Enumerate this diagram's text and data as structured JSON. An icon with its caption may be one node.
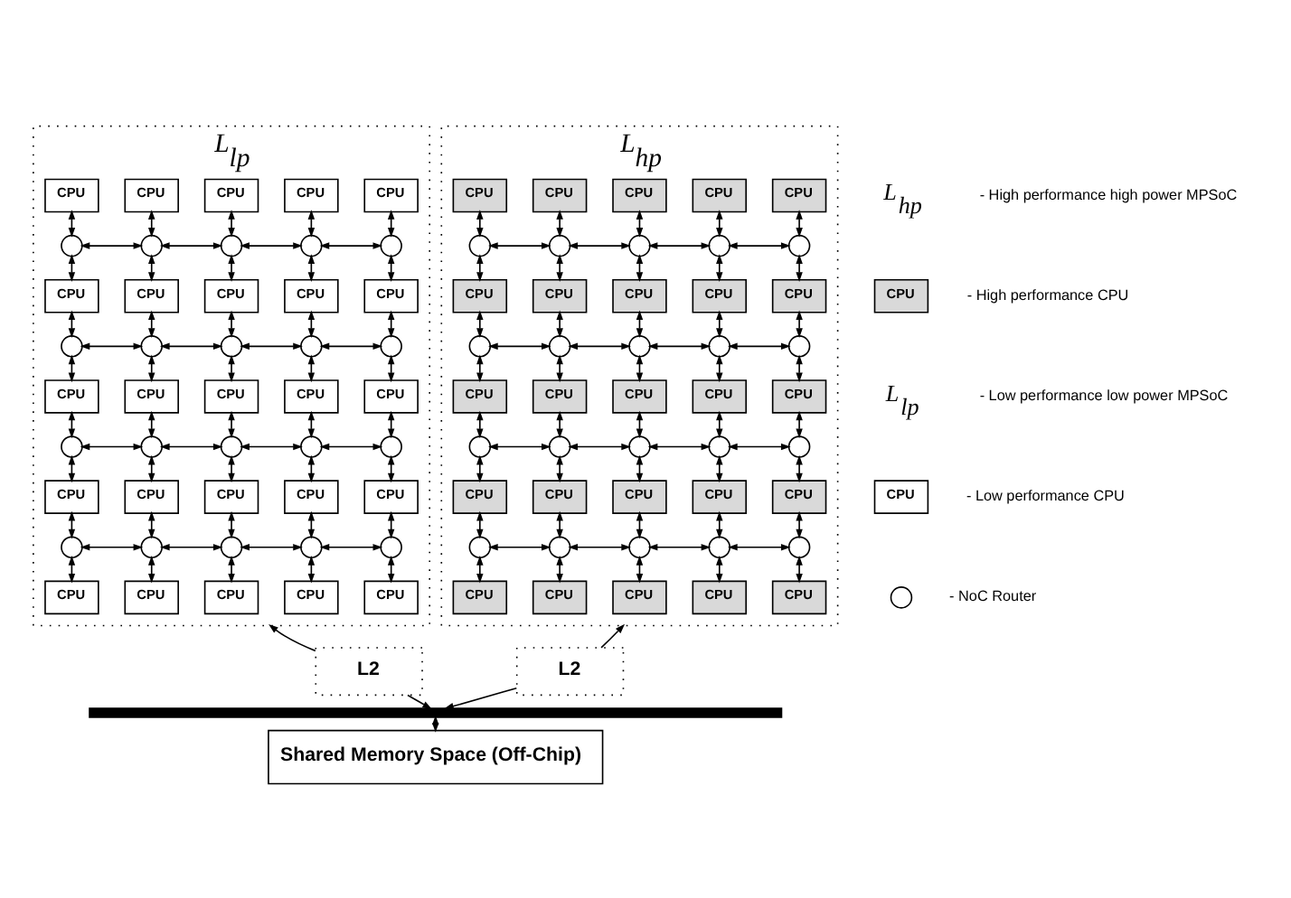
{
  "diagram": {
    "nodes": [
      {
        "text": [
          "L$_{lp}$"
        ]
      },
      {
        "text": [
          "CPU"
        ],
        "in": 0
      },
      {
        "text": [
          "CPU"
        ],
        "in": 0
      },
      {
        "text": [
          "CPU"
        ],
        "in": 0
      },
      {
        "text": [
          "CPU"
        ],
        "in": 0
      },
      {
        "text": [
          "CPU"
        ],
        "in": 0
      },
      {
        "text": [],
        "shape": "circle",
        "in": 0
      },
      {
        "text": [],
        "shape": "circle",
        "in": 0
      },
      {
        "text": [],
        "shape": "circle",
        "in": 0
      },
      {
        "text": [],
        "shape": "circle",
        "in": 0
      },
      {
        "text": [],
        "shape": "circle",
        "in": 0
      },
      {
        "text": [
          "CPU"
        ],
        "in": 0
      },
      {
        "text": [
          "CPU"
        ],
        "in": 0
      },
      {
        "text": [
          "CPU"
        ],
        "in": 0
      },
      {
        "text": [
          "CPU"
        ],
        "in": 0
      },
      {
        "text": [
          "CPU"
        ],
        "in": 0
      },
      {
        "text": [],
        "shape": "circle",
        "in": 0
      },
      {
        "text": [],
        "shape": "circle",
        "in": 0
      },
      {
        "text": [],
        "shape": "circle",
        "in": 0
      },
      {
        "text": [],
        "shape": "circle",
        "in": 0
      },
      {
        "text": [],
        "shape": "circle",
        "in": 0
      },
      {
        "text": [
          "CPU"
        ],
        "in": 0
      },
      {
        "text": [
          "CPU"
        ],
        "in": 0
      },
      {
        "text": [
          "CPU"
        ],
        "in": 0
      },
      {
        "text": [
          "CPU"
        ],
        "in": 0
      },
      {
        "text": [
          "CPU"
        ],
        "in": 0
      },
      {
        "text": [],
        "shape": "circle",
        "in": 0
      },
      {
        "text": [],
        "shape": "circle",
        "in": 0
      },
      {
        "text": [],
        "shape": "circle",
        "in": 0
      },
      {
        "text": [],
        "shape": "circle",
        "in": 0
      },
      {
        "text": [],
        "shape": "circle",
        "in": 0
      },
      {
        "text": [
          "CPU"
        ],
        "in": 0
      },
      {
        "text": [
          "CPU"
        ],
        "in": 0
      },
      {
        "text": [
          "CPU"
        ],
        "in": 0
      },
      {
        "text": [
          "CPU"
        ],
        "in": 0
      },
      {
        "text": [
          "CPU"
        ],
        "in": 0
      },
      {
        "text": [],
        "shape": "circle",
        "in": 0
      },
      {
        "text": [],
        "shape": "circle",
        "in": 0
      },
      {
        "text": [],
        "shape": "circle",
        "in": 0
      },
      {
        "text": [],
        "shape": "circle",
        "in": 0
      },
      {
        "text": [],
        "shape": "circle",
        "in": 0
      },
      {
        "text": [
          "CPU"
        ],
        "in": 0
      },
      {
        "text": [
          "CPU"
        ],
        "in": 0
      },
      {
        "text": [
          "CPU"
        ],
        "in": 0
      },
      {
        "text": [
          "CPU"
        ],
        "in": 0
      },
      {
        "text": [
          "CPU"
        ],
        "in": 0
      },
      {
        "text": [
          "L$_{hp}$"
        ]
      },
      {
        "text": [
          "CPU"
        ],
        "in": 46
      },
      {
        "text": [
          "CPU"
        ],
        "in": 46
      },
      {
        "text": [
          "CPU"
        ],
        "in": 46
      },
      {
        "text": [
          "CPU"
        ],
        "in": 46
      },
      {
        "text": [
          "CPU"
        ],
        "in": 46
      },
      {
        "text": [],
        "shape": "circle",
        "in": 46
      },
      {
        "text": [],
        "shape": "circle",
        "in": 46
      },
      {
        "text": [],
        "shape": "circle",
        "in": 46
      },
      {
        "text": [],
        "shape": "circle",
        "in": 46
      },
      {
        "text": [],
        "shape": "circle",
        "in": 46
      },
      {
        "text": [
          "CPU"
        ],
        "in": 46
      },
      {
        "text": [
          "CPU"
        ],
        "in": 46
      },
      {
        "text": [
          "CPU"
        ],
        "in": 46
      },
      {
        "text": [
          "CPU"
        ],
        "in": 46
      },
      {
        "text": [
          "CPU"
        ],
        "in": 46
      },
      {
        "text": [],
        "shape": "circle",
        "in": 46
      },
      {
        "text": [],
        "shape": "circle",
        "in": 46
      },
      {
        "text": [],
        "shape": "circle",
        "in": 46
      },
      {
        "text": [],
        "shape": "circle",
        "in": 46
      },
      {
        "text": [],
        "shape": "circle",
        "in": 46
      },
      {
        "text": [
          "CPU"
        ],
        "in": 46
      },
      {
        "text": [
          "CPU"
        ],
        "in": 46
      },
      {
        "text": [
          "CPU"
        ],
        "in": 46
      },
      {
        "text": [
          "CPU"
        ],
        "in": 46
      },
      {
        "text": [
          "CPU"
        ],
        "in": 46
      },
      {
        "text": [],
        "shape": "circle",
        "in": 46
      },
      {
        "text": [],
        "shape": "circle",
        "in": 46
      },
      {
        "text": [],
        "shape": "circle",
        "in": 46
      },
      {
        "text": [],
        "shape": "circle",
        "in": 46
      },
      {
        "text": [],
        "shape": "circle",
        "in": 46
      },
      {
        "text": [
          "CPU"
        ],
        "in": 46
      },
      {
        "text": [
          "CPU"
        ],
        "in": 46
      },
      {
        "text": [
          "CPU"
        ],
        "in": 46
      },
      {
        "text": [
          "CPU"
        ],
        "in": 46
      },
      {
        "text": [
          "CPU"
        ],
        "in": 46
      },
      {
        "text": [],
        "shape": "circle",
        "in": 46
      },
      {
        "text": [],
        "shape": "circle",
        "in": 46
      },
      {
        "text": [],
        "shape": "circle",
        "in": 46
      },
      {
        "text": [],
        "shape": "circle",
        "in": 46
      },
      {
        "text": [],
        "shape": "circle",
        "in": 46
      },
      {
        "text": [
          "CPU"
        ],
        "in": 46
      },
      {
        "text": [
          "CPU"
        ],
        "in": 46
      },
      {
        "text": [
          "CPU"
        ],
        "in": 46
      },
      {
        "text": [
          "CPU"
        ],
        "in": 46
      },
      {
        "text": [
          "CPU"
        ],
        "in": 46
      },
      {
        "text": [
          "L2"
        ]
      },
      {
        "text": [
          "L2"
        ]
      },
      {
        "text": [],
        "shape": "bar"
      },
      {
        "text": [
          "Shared Memory Space (Off-Chip)"
        ]
      },
      {
        "text": [
          "CPU"
        ]
      },
      {
        "text": [
          "CPU"
        ]
      },
      {
        "text": [],
        "shape": "circle"
      }
    ],
    "edges": [
      {
        "from": 1,
        "to": 6,
        "arrow": "both"
      },
      {
        "from": 2,
        "to": 7,
        "arrow": "both"
      },
      {
        "from": 3,
        "to": 8,
        "arrow": "both"
      },
      {
        "from": 4,
        "to": 9,
        "arrow": "both"
      },
      {
        "from": 5,
        "to": 10,
        "arrow": "both"
      },
      {
        "from": 6,
        "to": 7,
        "arrow": "both"
      },
      {
        "from": 7,
        "to": 8,
        "arrow": "both"
      },
      {
        "from": 8,
        "to": 9,
        "arrow": "both"
      },
      {
        "from": 9,
        "to": 10,
        "arrow": "both"
      },
      {
        "from": 6,
        "to": 11,
        "arrow": "both"
      },
      {
        "from": 7,
        "to": 12,
        "arrow": "both"
      },
      {
        "from": 8,
        "to": 13,
        "arrow": "both"
      },
      {
        "from": 9,
        "to": 14,
        "arrow": "both"
      },
      {
        "from": 10,
        "to": 15,
        "arrow": "both"
      },
      {
        "from": 11,
        "to": 16,
        "arrow": "both"
      },
      {
        "from": 12,
        "to": 17,
        "arrow": "both"
      },
      {
        "from": 13,
        "to": 18,
        "arrow": "both"
      },
      {
        "from": 14,
        "to": 19,
        "arrow": "both"
      },
      {
        "from": 15,
        "to": 20,
        "arrow": "both"
      },
      {
        "from": 16,
        "to": 17,
        "arrow": "both"
      },
      {
        "from": 17,
        "to": 18,
        "arrow": "both"
      },
      {
        "from": 18,
        "to": 19,
        "arrow": "both"
      },
      {
        "from": 19,
        "to": 20,
        "arrow": "both"
      },
      {
        "from": 16,
        "to": 21,
        "arrow": "both"
      },
      {
        "from": 17,
        "to": 22,
        "arrow": "both"
      },
      {
        "from": 18,
        "to": 23,
        "arrow": "both"
      },
      {
        "from": 19,
        "to": 24,
        "arrow": "both"
      },
      {
        "from": 20,
        "to": 25,
        "arrow": "both"
      },
      {
        "from": 21,
        "to": 26,
        "arrow": "both"
      },
      {
        "from": 22,
        "to": 27,
        "arrow": "both"
      },
      {
        "from": 23,
        "to": 28,
        "arrow": "both"
      },
      {
        "from": 24,
        "to": 29,
        "arrow": "both"
      },
      {
        "from": 25,
        "to": 30,
        "arrow": "both"
      },
      {
        "from": 26,
        "to": 27,
        "arrow": "both"
      },
      {
        "from": 27,
        "to": 28,
        "arrow": "both"
      },
      {
        "from": 28,
        "to": 29,
        "arrow": "both"
      },
      {
        "from": 29,
        "to": 30,
        "arrow": "both"
      },
      {
        "from": 26,
        "to": 31,
        "arrow": "both"
      },
      {
        "from": 27,
        "to": 32,
        "arrow": "both"
      },
      {
        "from": 28,
        "to": 33,
        "arrow": "both"
      },
      {
        "from": 29,
        "to": 34,
        "arrow": "both"
      },
      {
        "from": 30,
        "to": 35,
        "arrow": "both"
      },
      {
        "from": 31,
        "to": 36,
        "arrow": "both"
      },
      {
        "from": 32,
        "to": 37,
        "arrow": "both"
      },
      {
        "from": 33,
        "to": 38,
        "arrow": "both"
      },
      {
        "from": 34,
        "to": 39,
        "arrow": "both"
      },
      {
        "from": 35,
        "to": 40,
        "arrow": "both"
      },
      {
        "from": 36,
        "to": 37,
        "arrow": "both"
      },
      {
        "from": 37,
        "to": 38,
        "arrow": "both"
      },
      {
        "from": 38,
        "to": 39,
        "arrow": "both"
      },
      {
        "from": 39,
        "to": 40,
        "arrow": "both"
      },
      {
        "from": 36,
        "to": 41,
        "arrow": "both"
      },
      {
        "from": 37,
        "to": 42,
        "arrow": "both"
      },
      {
        "from": 38,
        "to": 43,
        "arrow": "both"
      },
      {
        "from": 39,
        "to": 44,
        "arrow": "both"
      },
      {
        "from": 40,
        "to": 45,
        "arrow": "both"
      },
      {
        "from": 47,
        "to": 52,
        "arrow": "both"
      },
      {
        "from": 48,
        "to": 53,
        "arrow": "both"
      },
      {
        "from": 49,
        "to": 54,
        "arrow": "both"
      },
      {
        "from": 50,
        "to": 55,
        "arrow": "both"
      },
      {
        "from": 51,
        "to": 56,
        "arrow": "both"
      },
      {
        "from": 52,
        "to": 53,
        "arrow": "both"
      },
      {
        "from": 53,
        "to": 54,
        "arrow": "both"
      },
      {
        "from": 54,
        "to": 55,
        "arrow": "both"
      },
      {
        "from": 55,
        "to": 56,
        "arrow": "both"
      },
      {
        "from": 52,
        "to": 57,
        "arrow": "both"
      },
      {
        "from": 53,
        "to": 58,
        "arrow": "both"
      },
      {
        "from": 54,
        "to": 59,
        "arrow": "both"
      },
      {
        "from": 55,
        "to": 60,
        "arrow": "both"
      },
      {
        "from": 56,
        "to": 61,
        "arrow": "both"
      },
      {
        "from": 57,
        "to": 62,
        "arrow": "both"
      },
      {
        "from": 58,
        "to": 63,
        "arrow": "both"
      },
      {
        "from": 59,
        "to": 64,
        "arrow": "both"
      },
      {
        "from": 60,
        "to": 65,
        "arrow": "both"
      },
      {
        "from": 61,
        "to": 66,
        "arrow": "both"
      },
      {
        "from": 62,
        "to": 63,
        "arrow": "both"
      },
      {
        "from": 63,
        "to": 64,
        "arrow": "both"
      },
      {
        "from": 64,
        "to": 65,
        "arrow": "both"
      },
      {
        "from": 65,
        "to": 66,
        "arrow": "both"
      },
      {
        "from": 62,
        "to": 67,
        "arrow": "both"
      },
      {
        "from": 63,
        "to": 68,
        "arrow": "both"
      },
      {
        "from": 64,
        "to": 69,
        "arrow": "both"
      },
      {
        "from": 65,
        "to": 70,
        "arrow": "both"
      },
      {
        "from": 66,
        "to": 71,
        "arrow": "both"
      },
      {
        "from": 67,
        "to": 72,
        "arrow": "both"
      },
      {
        "from": 68,
        "to": 73,
        "arrow": "both"
      },
      {
        "from": 69,
        "to": 74,
        "arrow": "both"
      },
      {
        "from": 70,
        "to": 75,
        "arrow": "both"
      },
      {
        "from": 71,
        "to": 76,
        "arrow": "both"
      },
      {
        "from": 72,
        "to": 73,
        "arrow": "both"
      },
      {
        "from": 73,
        "to": 74,
        "arrow": "both"
      },
      {
        "from": 74,
        "to": 75,
        "arrow": "both"
      },
      {
        "from": 75,
        "to": 76,
        "arrow": "both"
      },
      {
        "from": 72,
        "to": 77,
        "arrow": "both"
      },
      {
        "from": 73,
        "to": 78,
        "arrow": "both"
      },
      {
        "from": 74,
        "to": 79,
        "arrow": "both"
      },
      {
        "from": 75,
        "to": 80,
        "arrow": "both"
      },
      {
        "from": 76,
        "to": 81,
        "arrow": "both"
      },
      {
        "from": 77,
        "to": 82,
        "arrow": "both"
      },
      {
        "from": 78,
        "to": 83,
        "arrow": "both"
      },
      {
        "from": 79,
        "to": 84,
        "arrow": "both"
      },
      {
        "from": 80,
        "to": 85,
        "arrow": "both"
      },
      {
        "from": 81,
        "to": 86,
        "arrow": "both"
      },
      {
        "from": 82,
        "to": 83,
        "arrow": "both"
      },
      {
        "from": 83,
        "to": 84,
        "arrow": "both"
      },
      {
        "from": 84,
        "to": 85,
        "arrow": "both"
      },
      {
        "from": 85,
        "to": 86,
        "arrow": "both"
      },
      {
        "from": 82,
        "to": 87,
        "arrow": "both"
      },
      {
        "from": 83,
        "to": 88,
        "arrow": "both"
      },
      {
        "from": 84,
        "to": 89,
        "arrow": "both"
      },
      {
        "from": 85,
        "to": 90,
        "arrow": "both"
      },
      {
        "from": 86,
        "to": 91,
        "arrow": "both"
      },
      {
        "from": 92,
        "to": 0,
        "arrow": "to"
      },
      {
        "from": 92,
        "to": 94,
        "arrow": "to"
      },
      {
        "from": 93,
        "to": 46,
        "arrow": "to"
      },
      {
        "from": 93,
        "to": 94,
        "arrow": "to"
      },
      {
        "from": 94,
        "to": 95,
        "arrow": "both"
      }
    ],
    "labels": [
      "L$_{hp}$",
      "L$_{lp}$"
    ],
    "legend": [
      {
        "text": "- High performance high power MPSoC"
      },
      {
        "text": "- High performance CPU",
        "color": "#d9d9d9"
      },
      {
        "text": "- Low performance low power MPSoC"
      },
      {
        "text": "- Low performance CPU",
        "color": "#ffffff"
      },
      {
        "text": "- NoC Router"
      }
    ]
  }
}
